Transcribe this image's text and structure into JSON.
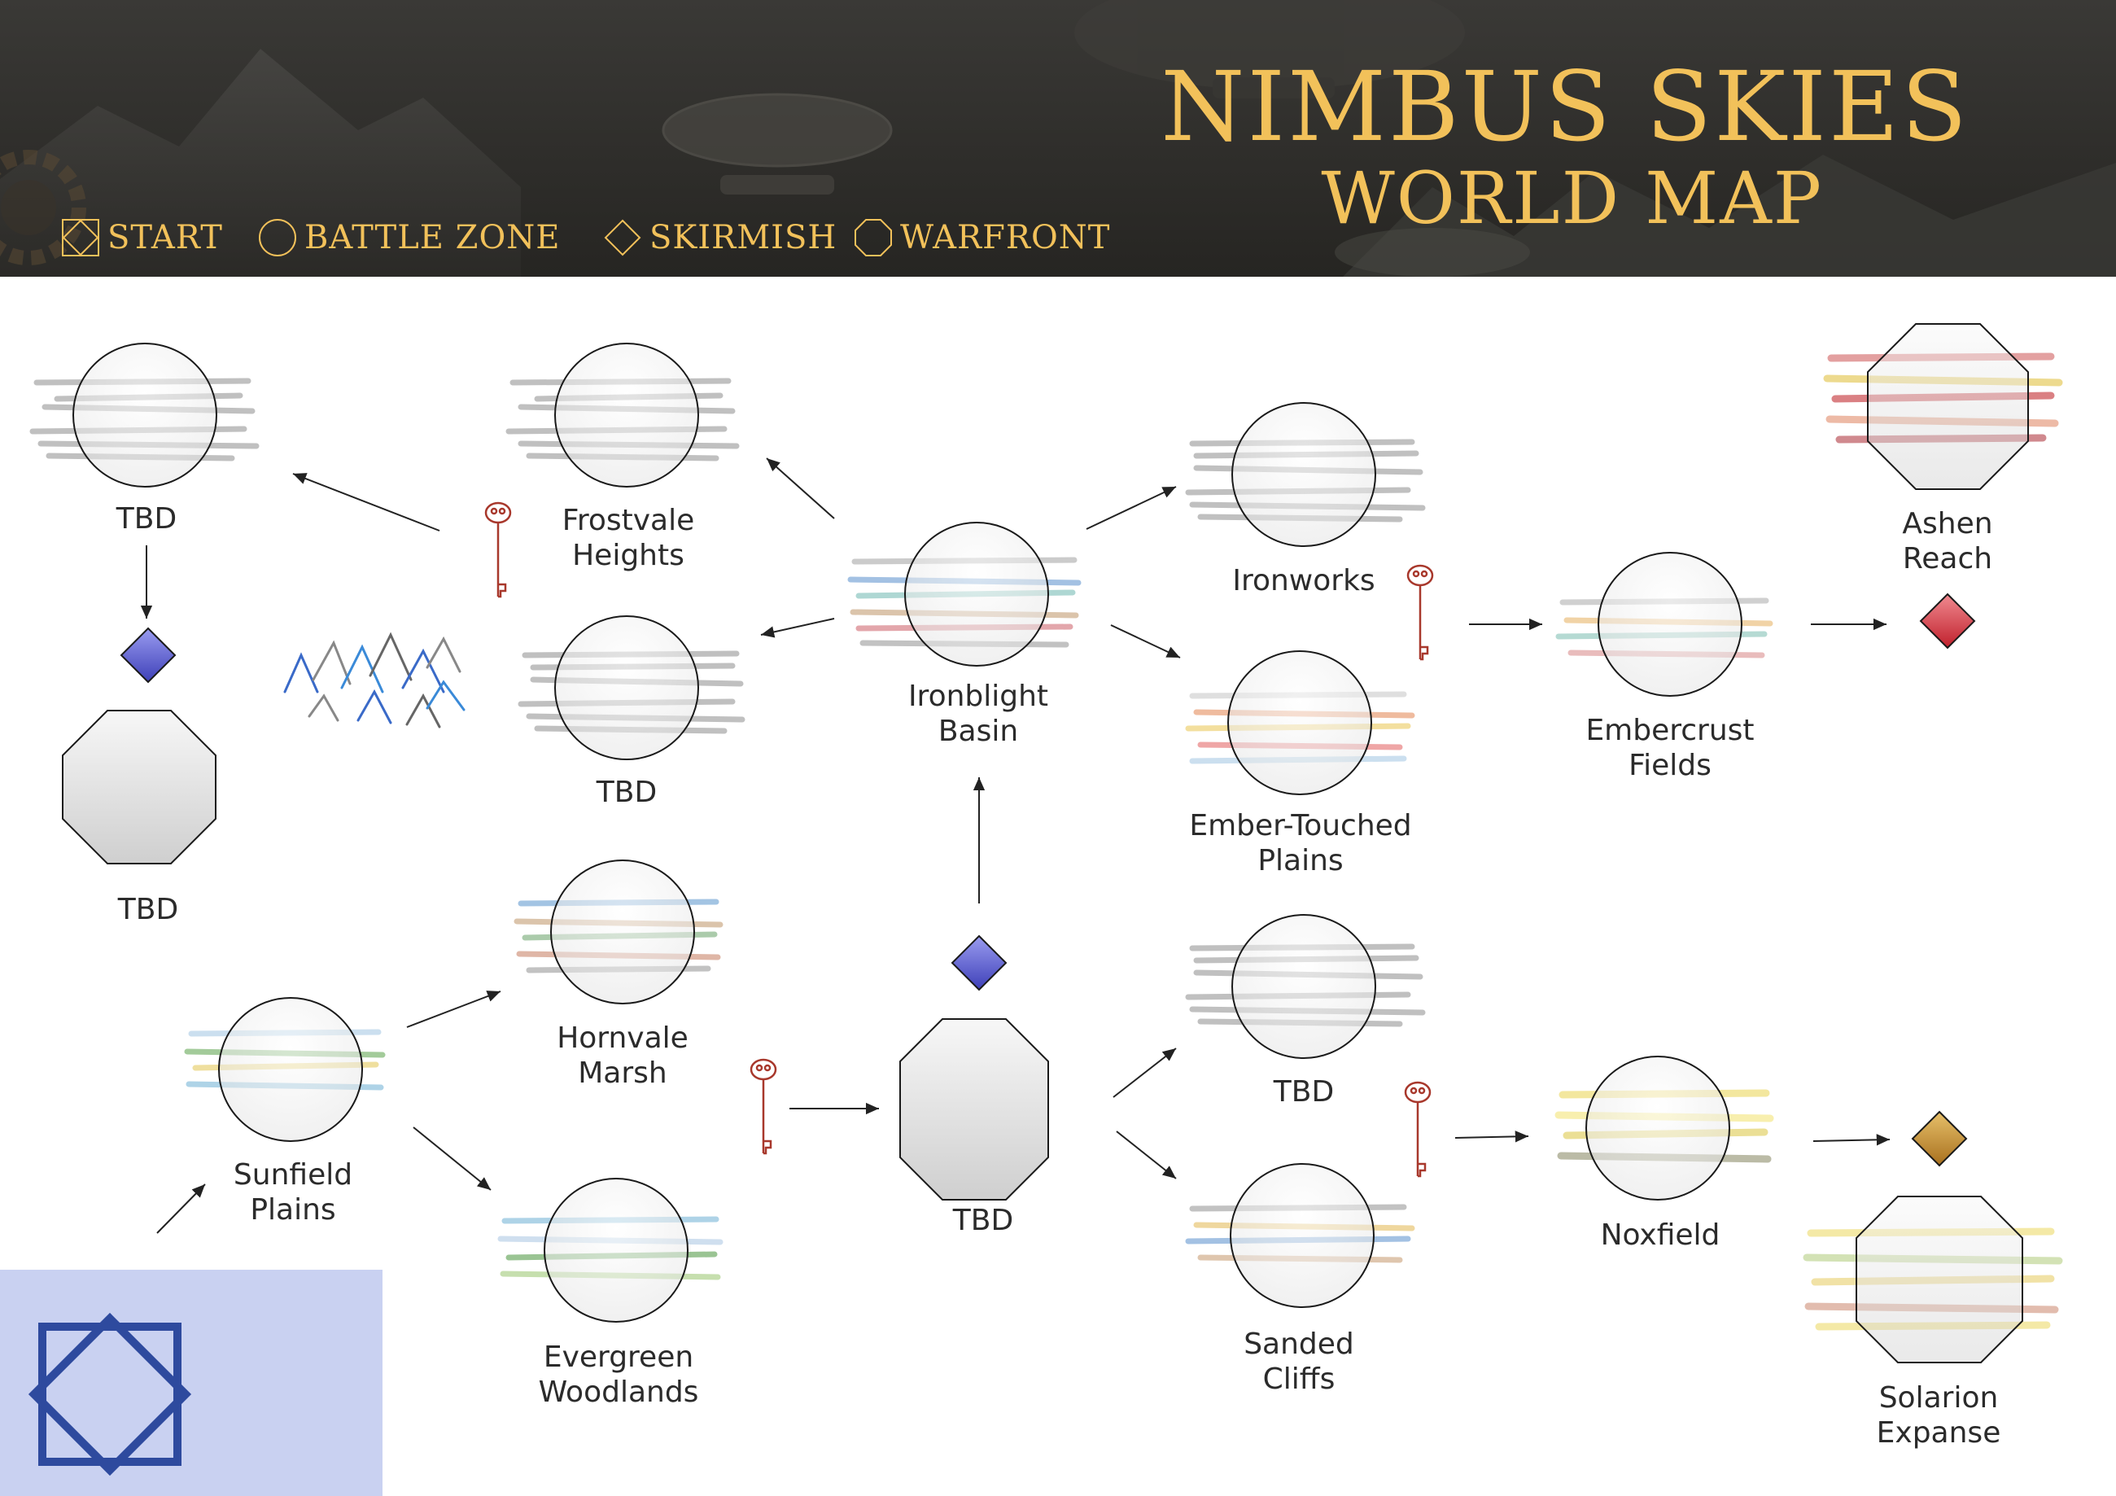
{
  "title": {
    "main": "NIMBUS SKIES",
    "sub": "WORLD MAP"
  },
  "legend": [
    {
      "icon": "start-icon",
      "label": "START"
    },
    {
      "icon": "battle-zone-icon",
      "label": "BATTLE ZONE"
    },
    {
      "icon": "skirmish-icon",
      "label": "SKIRMISH"
    },
    {
      "icon": "warfront-icon",
      "label": "WARFRONT"
    }
  ],
  "colors": {
    "gold": "#f2c15a",
    "key": "#a8382c",
    "skirmish_blue": "#6b6fd8",
    "skirmish_red": "#d83c46",
    "skirmish_gold": "#c9922e",
    "start_blue": "#2e4a9e"
  },
  "locations": {
    "tbd_top_left": "TBD",
    "tbd_left_warfront": "TBD",
    "frostvale_heights": "Frostvale\nHeights",
    "tbd_mid": "TBD",
    "ironblight_basin": "Ironblight\nBasin",
    "ironworks": "Ironworks",
    "ember_touched_plains": "Ember-Touched\nPlains",
    "embercrust_fields": "Embercrust\nFields",
    "ashen_reach": "Ashen\nReach",
    "sunfield_plains": "Sunfield\nPlains",
    "hornvale_marsh": "Hornvale\nMarsh",
    "evergreen_woodlands": "Evergreen\nWoodlands",
    "tbd_center_warfront": "TBD",
    "tbd_lower_right": "TBD",
    "sanded_cliffs": "Sanded\nCliffs",
    "noxfield": "Noxfield",
    "solarion_expanse": "Solarion\nExpanse"
  }
}
